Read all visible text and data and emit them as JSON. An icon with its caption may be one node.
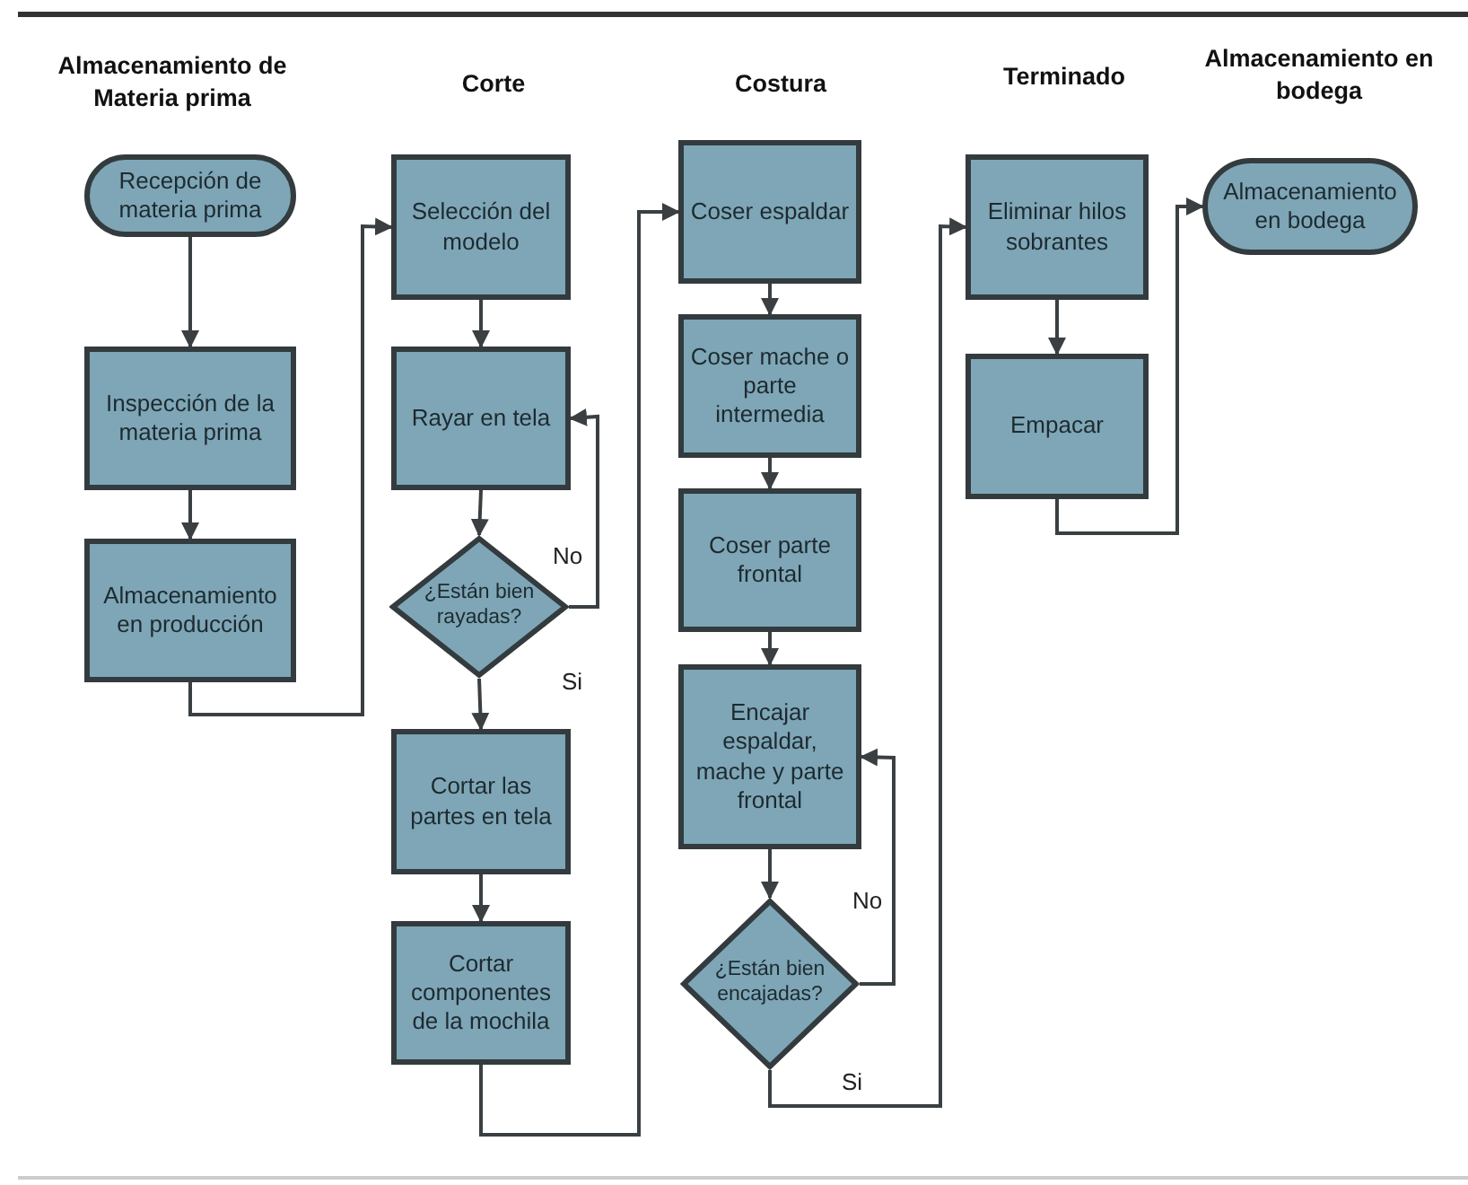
{
  "diagram": {
    "nodes": [
      {
        "text": [
          "Recepción de materia prima"
        ]
      },
      {
        "text": [
          "Inspección de la materia prima"
        ]
      },
      {
        "text": [
          "Almacenamiento en producción"
        ]
      },
      {
        "text": [
          "Selección del modelo"
        ]
      },
      {
        "text": [
          "Rayar en tela"
        ]
      },
      {
        "text": [
          "¿Están bien rayadas?"
        ]
      },
      {
        "text": [
          "Cortar las partes en tela"
        ]
      },
      {
        "text": [
          "Cortar componentes de la mochila"
        ]
      },
      {
        "text": [
          "Coser espaldar"
        ]
      },
      {
        "text": [
          "Coser mache o parte intermedia"
        ]
      },
      {
        "text": [
          "Coser parte frontal"
        ]
      },
      {
        "text": [
          "Encajar espaldar, mache y parte frontal"
        ]
      },
      {
        "text": [
          "¿Están bien encajadas?"
        ]
      },
      {
        "text": [
          "Eliminar hilos sobrantes"
        ]
      },
      {
        "text": [
          "Empacar"
        ]
      },
      {
        "text": [
          "Almacenamiento en bodega"
        ]
      }
    ],
    "edges": [
      {
        "from": 0,
        "to": 1,
        "arrow": "to"
      },
      {
        "from": 1,
        "to": 2,
        "arrow": "to"
      },
      {
        "from": 2,
        "to": 3,
        "arrow": "to"
      },
      {
        "from": 3,
        "to": 4,
        "arrow": "to"
      },
      {
        "from": 4,
        "to": 5,
        "arrow": "to"
      },
      {
        "from": 5,
        "to": 4,
        "label": "No",
        "arrow": "to"
      },
      {
        "from": 5,
        "to": 6,
        "label": "Si",
        "arrow": "to"
      },
      {
        "from": 6,
        "to": 7,
        "arrow": "to"
      },
      {
        "from": 7,
        "to": 8,
        "arrow": "to"
      },
      {
        "from": 8,
        "to": 9,
        "arrow": "to"
      },
      {
        "from": 9,
        "to": 10,
        "arrow": "to"
      },
      {
        "from": 10,
        "to": 11,
        "arrow": "to"
      },
      {
        "from": 11,
        "to": 12,
        "arrow": "to"
      },
      {
        "from": 12,
        "to": 11,
        "label": "No",
        "arrow": "to"
      },
      {
        "from": 12,
        "to": 13,
        "label": "Si",
        "arrow": "to"
      },
      {
        "from": 13,
        "to": 14,
        "arrow": "to"
      },
      {
        "from": 14,
        "to": 15,
        "arrow": "to"
      }
    ],
    "labels": [
      "Almacenamiento de Materia prima",
      "Corte",
      "Costura",
      "Terminado",
      "Almacenamiento en bodega"
    ]
  }
}
